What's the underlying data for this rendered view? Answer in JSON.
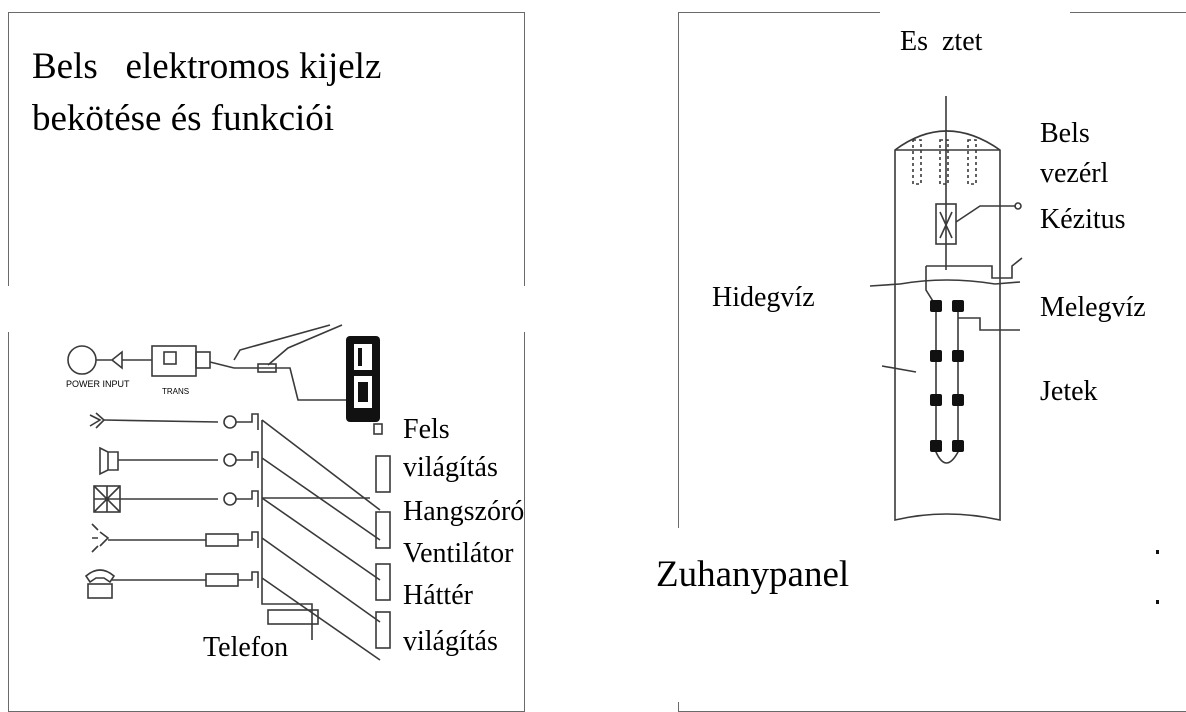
{
  "left_panel": {
    "title_line1": "Bels   elektromos kijelz",
    "title_line2": "bekötése és funkciói",
    "device_labels": {
      "power_input": "POWER INPUT",
      "trans": "TRANS"
    },
    "labels": {
      "upper_light_1": "Fels",
      "upper_light_2": "világítás",
      "speaker": "Hangszóró",
      "fan": "Ventilátor",
      "background_light_1": "Háttér",
      "background_light_2": "világítás",
      "telephone": "Telefon"
    }
  },
  "right_panel": {
    "rain_shower": "Es  ztet",
    "controller_1": "Bels",
    "controller_2": "vezérl",
    "hand_shower": "Kézitus",
    "cold_water": "Hidegvíz",
    "hot_water": "Melegvíz",
    "jets": "Jetek",
    "panel_name": "Zuhanypanel"
  },
  "colors": {
    "line": "#3a3a3a",
    "frame": "#6a6a6a",
    "fill_dark": "#111111"
  }
}
